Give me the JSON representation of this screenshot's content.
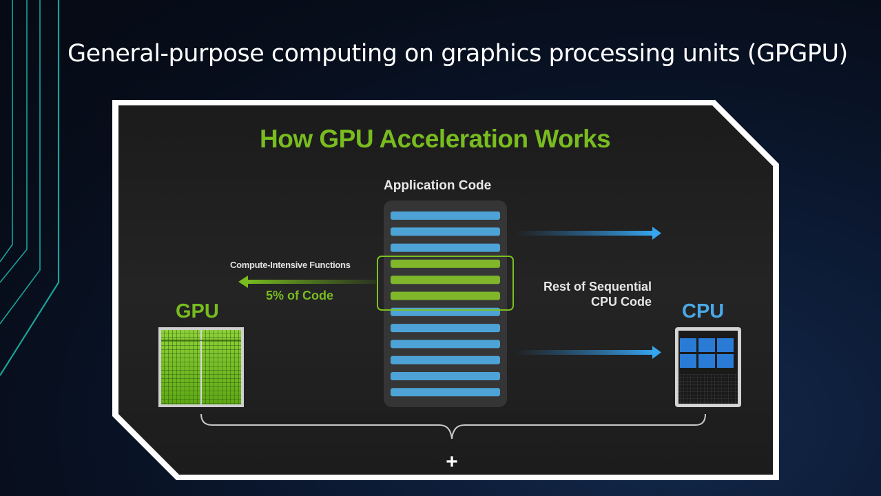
{
  "slide": {
    "title": "General-purpose computing on graphics processing units (GPGPU)"
  },
  "diagram": {
    "title": "How GPU Acceleration Works",
    "application_code_label": "Application Code",
    "compute_intensive_label": "Compute-Intensive Functions",
    "percent_label": "5% of Code",
    "rest_label_line1": "Rest of Sequential",
    "rest_label_line2": "CPU Code",
    "gpu_label": "GPU",
    "cpu_label": "CPU",
    "plus_symbol": "+",
    "code_block_rows": [
      "cpu",
      "cpu",
      "cpu",
      "gpu",
      "gpu",
      "gpu",
      "cpu",
      "cpu",
      "cpu",
      "cpu",
      "cpu",
      "cpu"
    ],
    "colors": {
      "accent_green": "#78bc1f",
      "accent_blue": "#4aa8e8",
      "teal_lines": "#1aa39a",
      "background": "#0b1830"
    }
  }
}
